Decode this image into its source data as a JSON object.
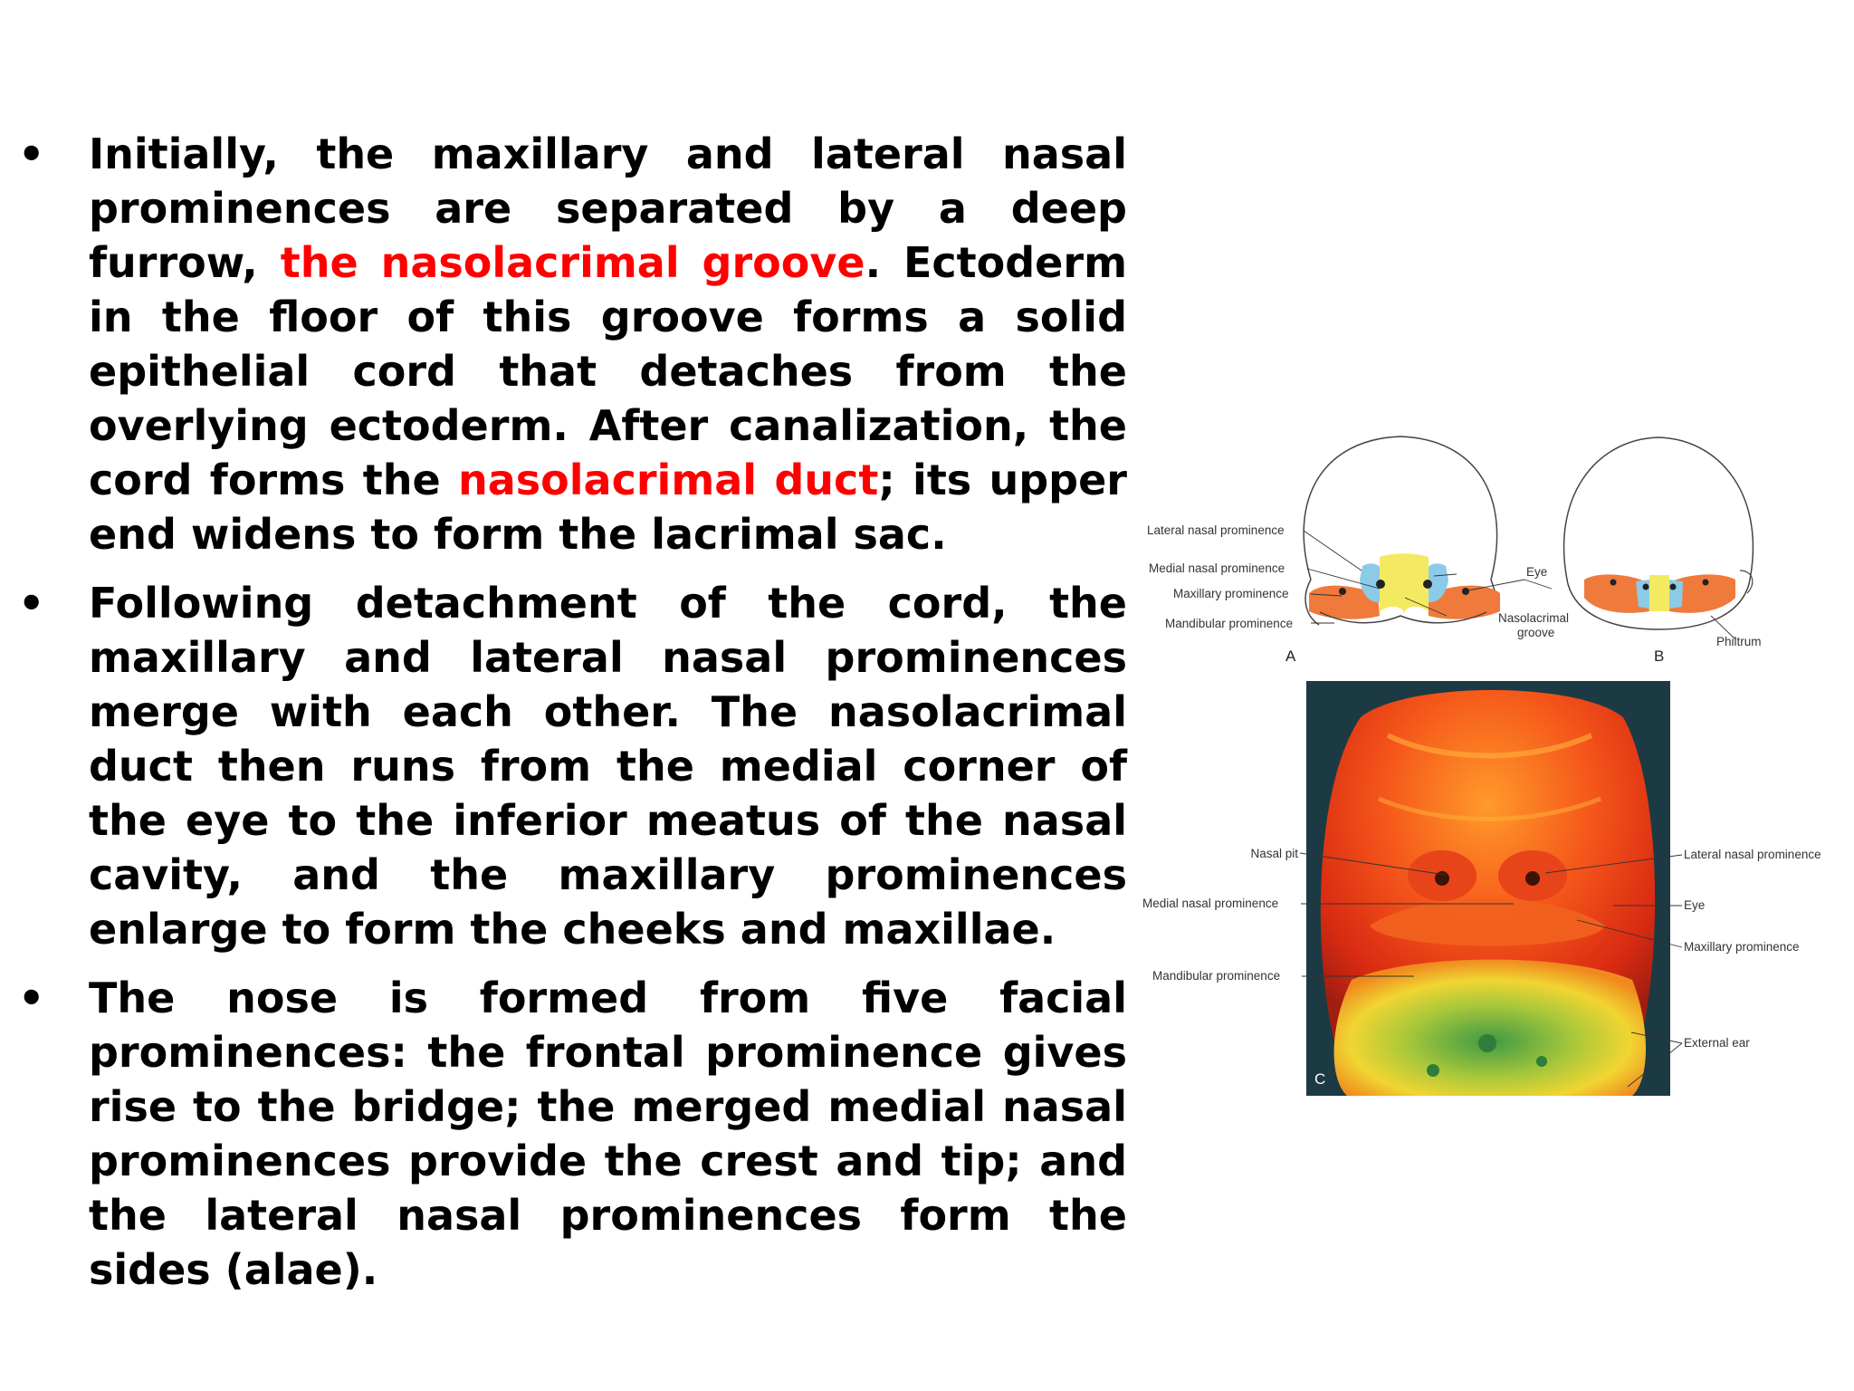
{
  "slide": {
    "bullets": [
      {
        "marker": "•",
        "parts": [
          {
            "text": "Initially, the maxillary and lateral nasal prominences are separated by a deep furrow, ",
            "highlight": false
          },
          {
            "text": "the nasolacrimal groove",
            "highlight": true
          },
          {
            "text": ". Ectoderm in the floor of this groove forms a solid epithelial cord that detaches from the overlying ectoderm. After canalization, the cord forms the ",
            "highlight": false
          },
          {
            "text": "nasolacrimal duct",
            "highlight": true
          },
          {
            "text": "; its upper end widens to form the lacrimal sac.",
            "highlight": false
          }
        ]
      },
      {
        "marker": "•",
        "parts": [
          {
            "text": "Following detachment of the cord, the maxillary and lateral nasal prominences merge with each other. The nasolacrimal duct then runs from the medial corner of the eye to the inferior meatus of the nasal cavity, and the maxillary prominences enlarge to form the cheeks and maxillae.",
            "highlight": false
          }
        ]
      },
      {
        "marker": "•",
        "parts": [
          {
            "text": "The nose is formed from five facial prominences: the frontal prominence gives rise to the bridge; the merged medial nasal prominences provide the crest and tip; and the lateral nasal prominences form the sides (alae).",
            "highlight": false
          }
        ]
      }
    ],
    "highlight_color": "#ff0000",
    "text_color": "#000000"
  },
  "figure": {
    "panel_a": {
      "letter": "A",
      "labels": {
        "lateral_nasal": "Lateral nasal prominence",
        "medial_nasal": "Medial nasal prominence",
        "maxillary": "Maxillary prominence",
        "mandibular": "Mandibular prominence",
        "eye": "Eye",
        "nasolacrimal_1": "Nasolacrimal",
        "nasolacrimal_2": "groove"
      }
    },
    "panel_b": {
      "letter": "B",
      "labels": {
        "philtrum": "Philtrum"
      }
    },
    "panel_c": {
      "letter": "C",
      "labels": {
        "nasal_pit": "Nasal pit",
        "medial_nasal": "Medial nasal prominence",
        "mandibular": "Mandibular prominence",
        "lateral_nasal": "Lateral nasal prominence",
        "eye": "Eye",
        "maxillary": "Maxillary prominence",
        "external_ear": "External ear"
      }
    },
    "colors": {
      "medial_nasal": "#f4ea62",
      "lateral_nasal": "#8ccbe8",
      "maxillary": "#ef7a3c",
      "mandibular": "#ef7a3c"
    }
  }
}
